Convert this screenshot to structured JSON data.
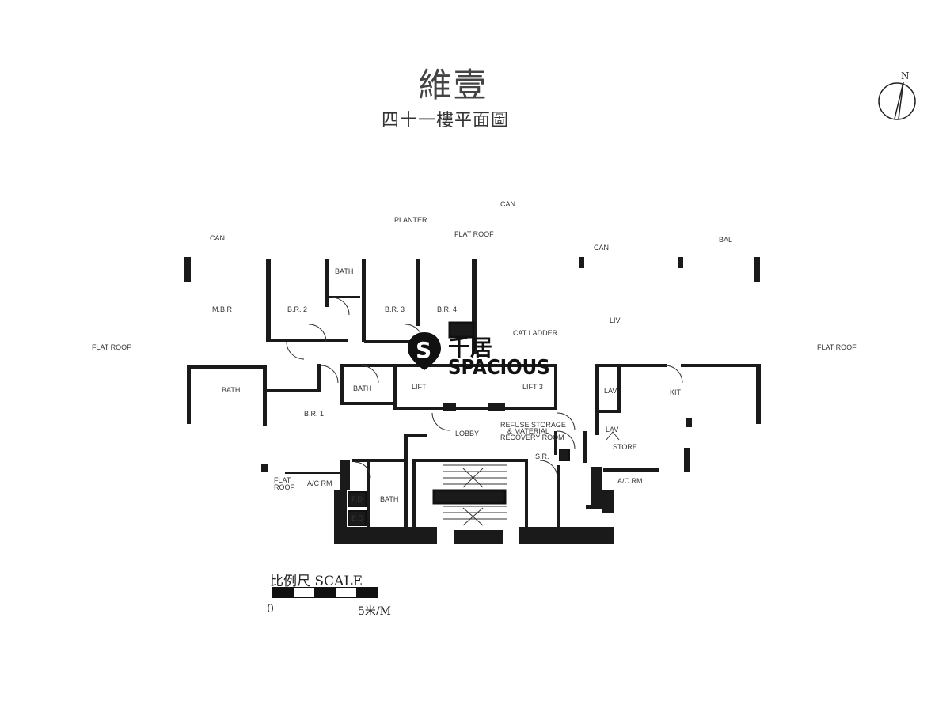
{
  "header": {
    "title": "維壹",
    "subtitle": "四十一樓平面圖",
    "north_label": "N"
  },
  "rooms": {
    "can_top": "CAN.",
    "planter": "PLANTER",
    "flat_roof_top": "FLAT ROOF",
    "can_left": "CAN.",
    "can_right": "CAN",
    "bal": "BAL",
    "bath_top": "BATH",
    "mbr": "M.B.R",
    "br2": "B.R. 2",
    "br3": "B.R. 3",
    "br4": "B.R. 4",
    "cat_ladder": "CAT LADDER",
    "liv": "LIV",
    "flat_roof_left": "FLAT ROOF",
    "flat_roof_right": "FLAT ROOF",
    "bath_left": "BATH",
    "bath_mid": "BATH",
    "lift1": "LIFT",
    "lift3": "LIFT 3",
    "br1": "B.R. 1",
    "kit": "KIT",
    "lav1": "LAV",
    "lav2": "LAV",
    "lobby": "LOBBY",
    "refuse1": "REFUSE STORAGE",
    "refuse2": "& MATERIAL",
    "refuse3": "RECOVERY ROOM",
    "store": "STORE",
    "sr": "S.R.",
    "flat_roof_small1": "FLAT",
    "flat_roof_small2": "ROOF",
    "acrm_left": "A/C RM",
    "acrm_right": "A/C RM",
    "bath_bottom": "BATH",
    "pd": "P.D",
    "ed": "E.D"
  },
  "scale": {
    "title": "比例尺 SCALE",
    "zero": "0",
    "five": "5米/M"
  },
  "logo": {
    "cn": "千居",
    "en": "SPACIOUS",
    "mark": "S"
  }
}
